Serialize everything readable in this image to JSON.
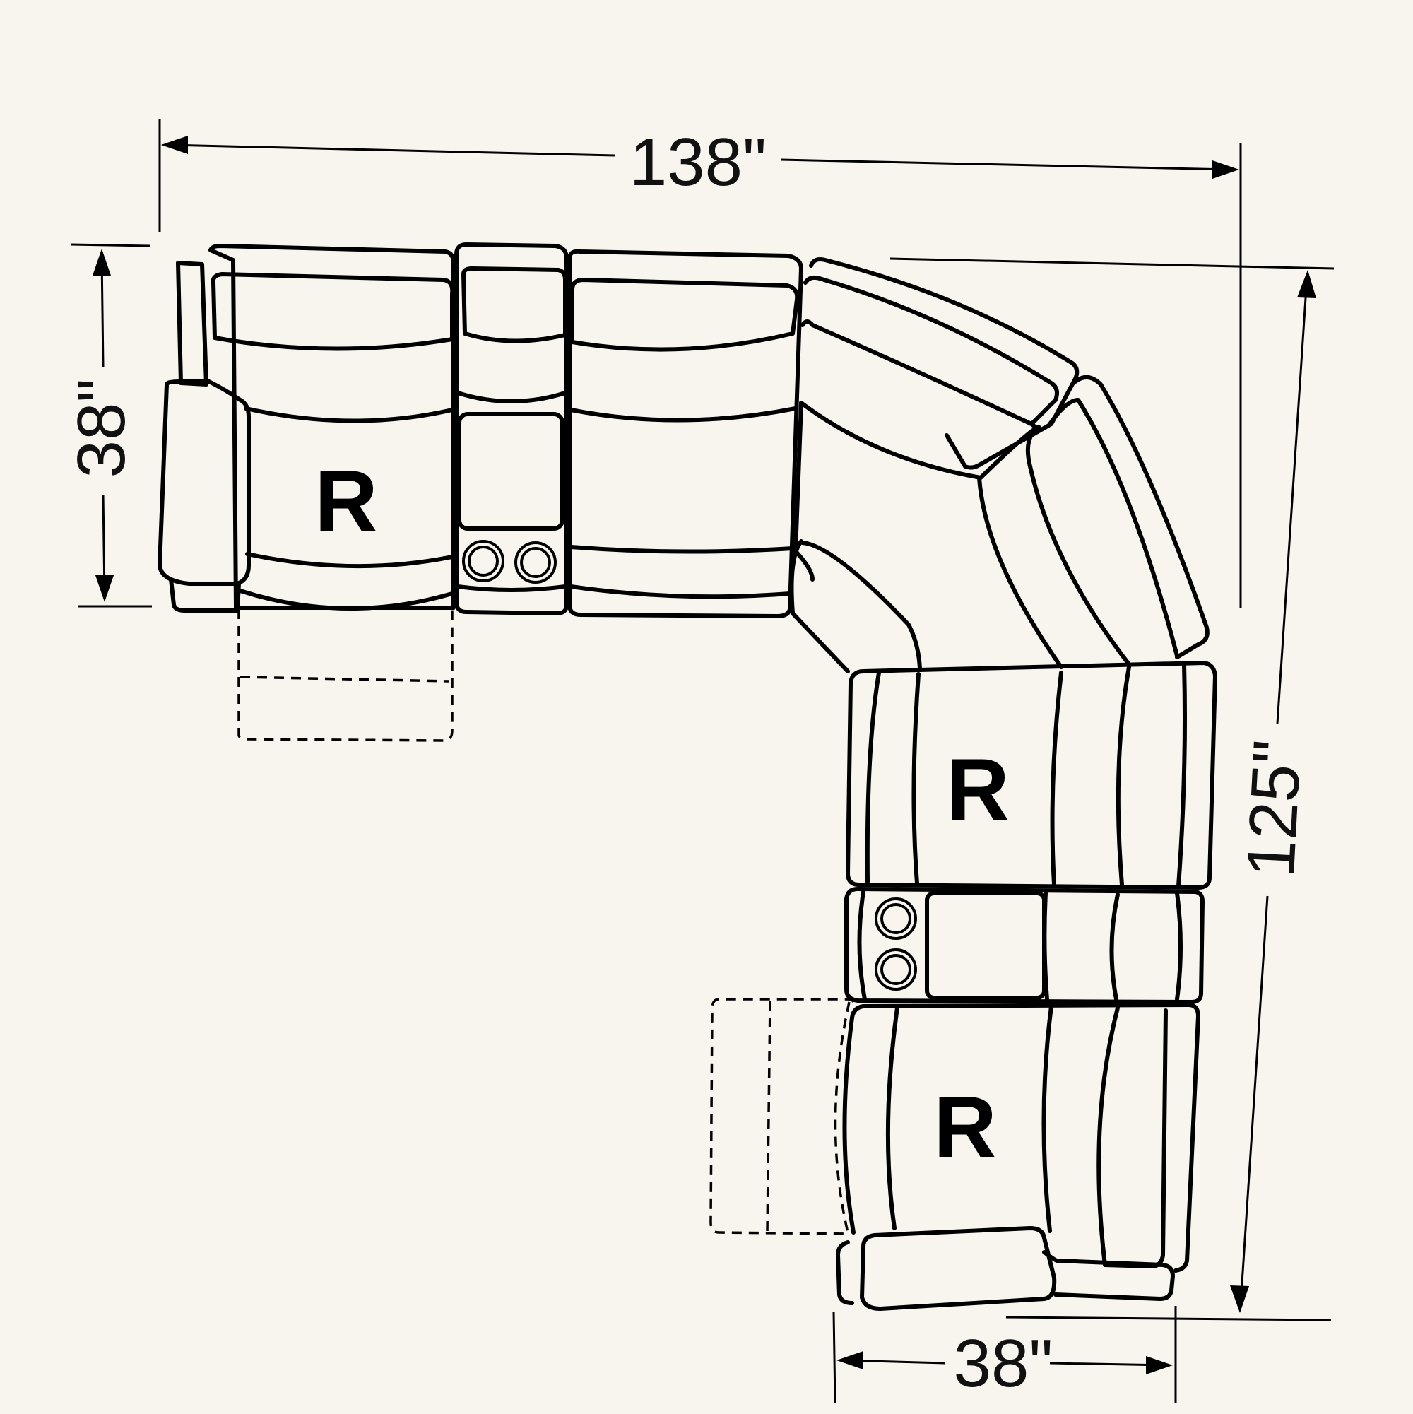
{
  "dimensions": {
    "overall_width": "138\"",
    "overall_depth": "125\"",
    "left_depth": "38\"",
    "bottom_width": "38\""
  },
  "seats": [
    {
      "label": "R"
    },
    {
      "label": "R"
    },
    {
      "label": "R"
    }
  ],
  "colors": {
    "background": "#f8f4ee",
    "line": "#000000"
  }
}
